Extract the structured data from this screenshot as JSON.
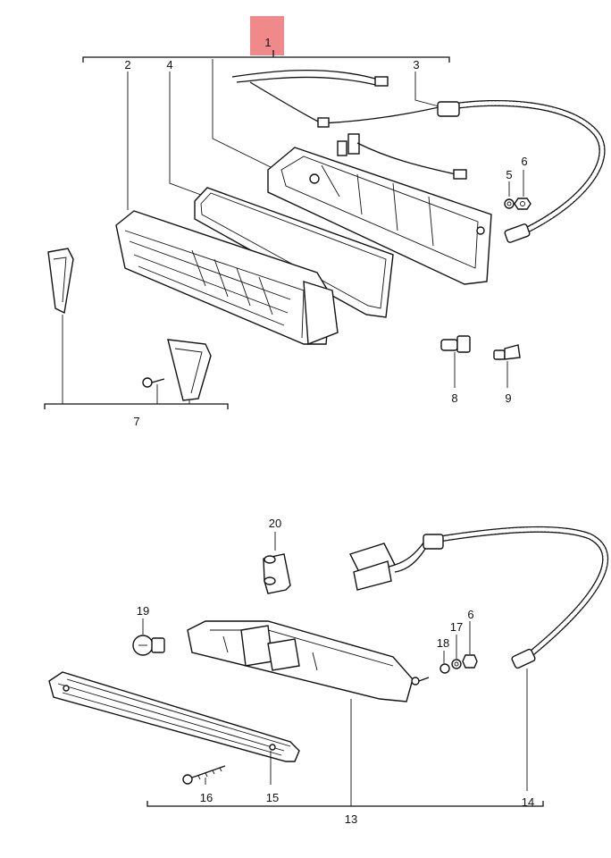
{
  "highlight_color": "#f08a8a",
  "callouts": {
    "c1": "1",
    "c2": "2",
    "c3": "3",
    "c4": "4",
    "c5": "5",
    "c6": "6",
    "c7": "7",
    "c8": "8",
    "c9": "9",
    "c13": "13",
    "c14": "14",
    "c15": "15",
    "c16": "16",
    "c17": "17",
    "c18": "18",
    "c19": "19",
    "c20": "20",
    "c6b": "6"
  }
}
